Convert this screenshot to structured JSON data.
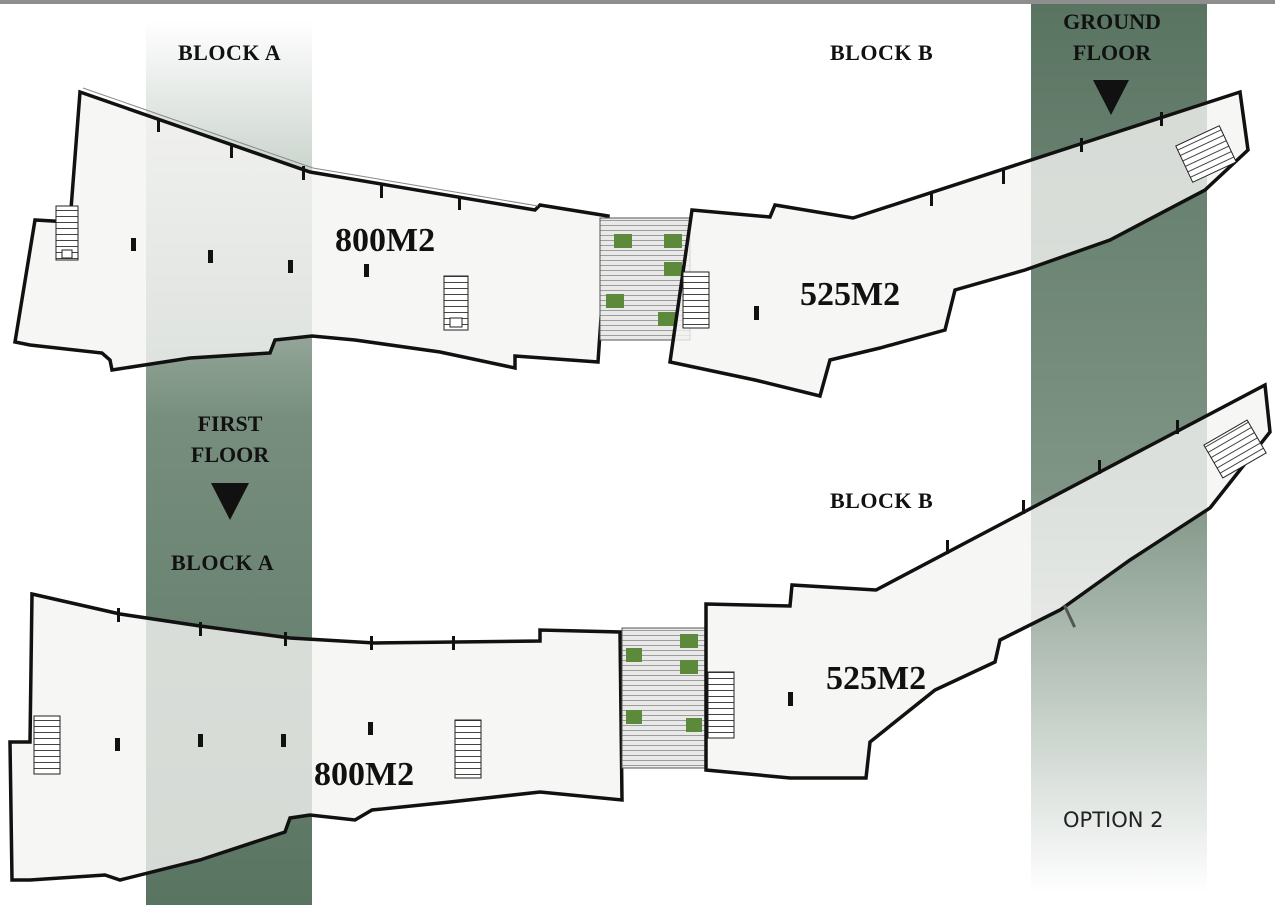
{
  "ground_floor": {
    "floor_label": [
      "GROUND",
      "FLOOR"
    ],
    "block_a": {
      "label": "BLOCK A",
      "area": "800M2"
    },
    "block_b": {
      "label": "BLOCK B",
      "area": "525M2"
    }
  },
  "first_floor": {
    "floor_label": [
      "FIRST",
      "FLOOR"
    ],
    "block_a": {
      "label": "BLOCK A",
      "area": "800M2"
    },
    "block_b": {
      "label": "BLOCK B",
      "area": "525M2"
    }
  },
  "option_label": "OPTION 2",
  "colors": {
    "band": "#5f7a67",
    "wall": "#111111",
    "floor_fill": "#f4f4f2",
    "planter": "#5c8a3a"
  }
}
